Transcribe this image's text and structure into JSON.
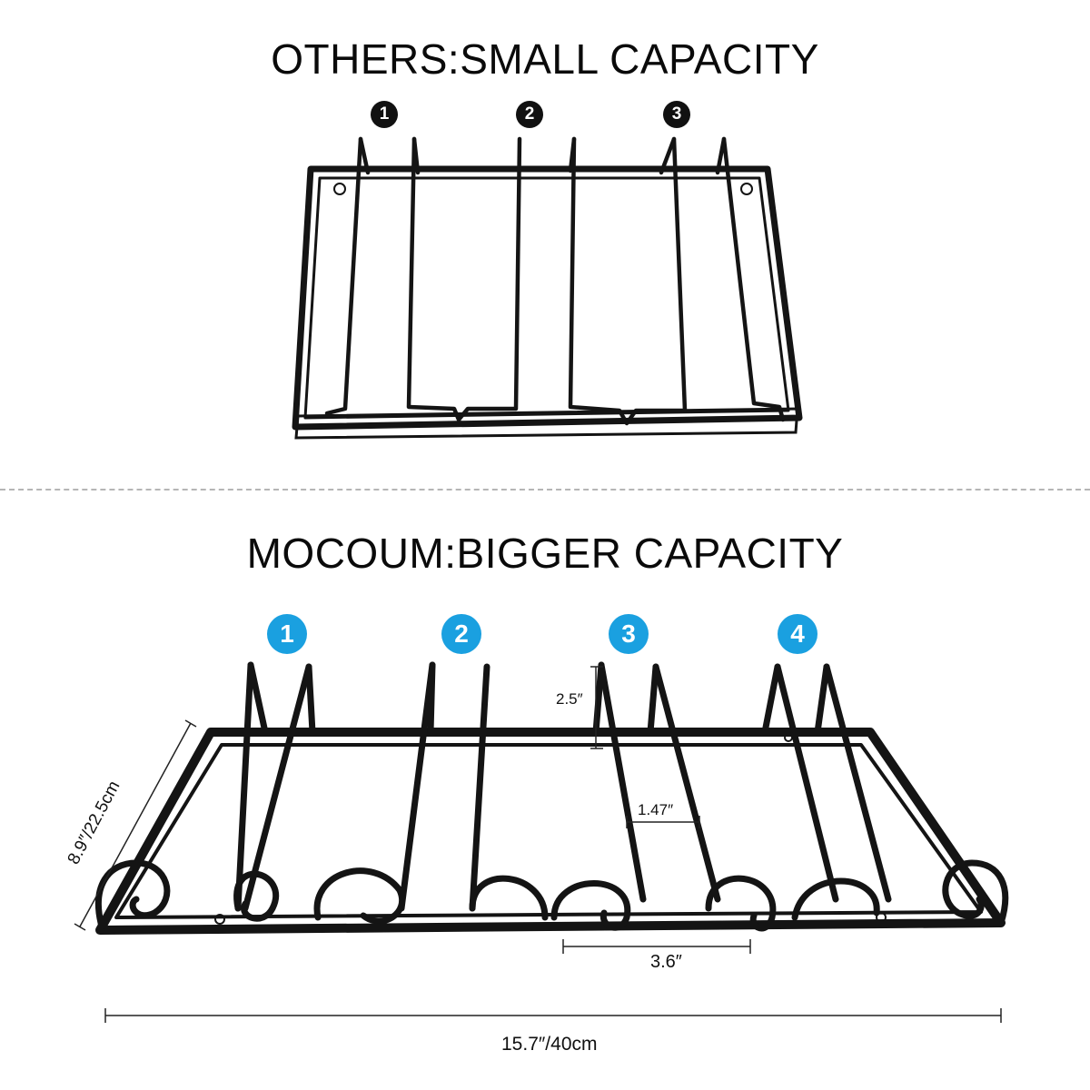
{
  "comparison": {
    "others": {
      "title": "OTHERS:SMALL CAPACITY",
      "slots": [
        "1",
        "2",
        "3"
      ]
    },
    "mocoum": {
      "title": "MOCOUM:BIGGER CAPACITY",
      "slots": [
        "1",
        "2",
        "3",
        "4"
      ],
      "dimensions": {
        "prong_height": "2.5″",
        "rail_spacing": "1.47″",
        "slot_width": "3.6″",
        "depth": "8.9″/22.5cm",
        "width": "15.7″/40cm"
      }
    }
  },
  "colors": {
    "metal": "#141414",
    "badge_blue": "#1aa0e0",
    "divider": "#b5b5b5"
  }
}
